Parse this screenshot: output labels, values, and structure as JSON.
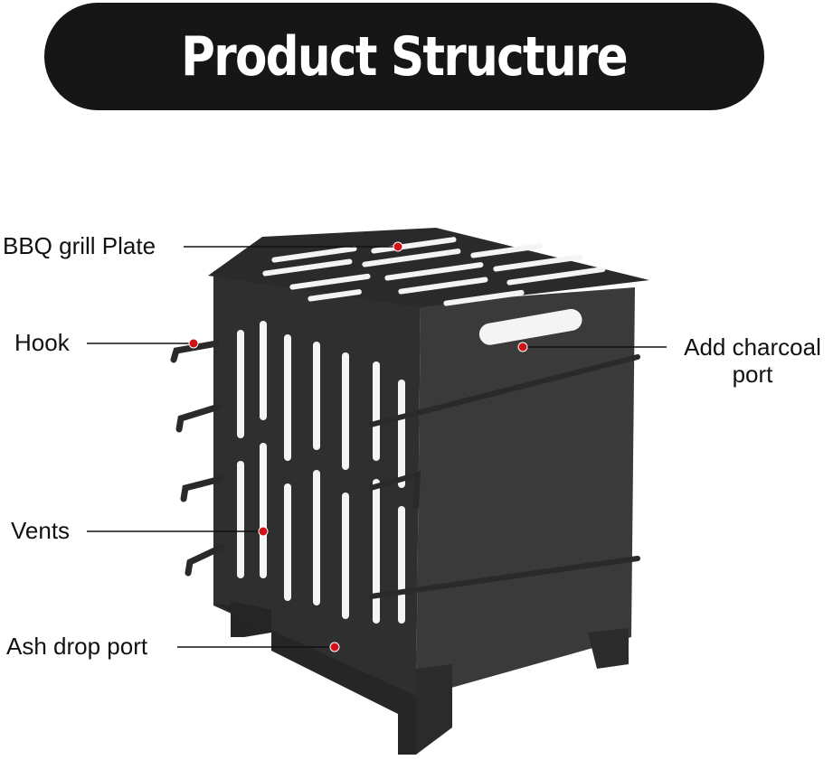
{
  "banner": {
    "title": "Product Structure"
  },
  "labels": {
    "grill_plate": "BBQ grill Plate",
    "hook": "Hook",
    "vents": "Vents",
    "ash_port": "Ash drop port",
    "charcoal_line1": "Add charcoal",
    "charcoal_line2": "port"
  },
  "colors": {
    "banner_bg": "#161616",
    "banner_text": "#ffffff",
    "stove_metal": "#2e2e2e",
    "marker": "#d0121b",
    "leader_line": "#111111"
  }
}
